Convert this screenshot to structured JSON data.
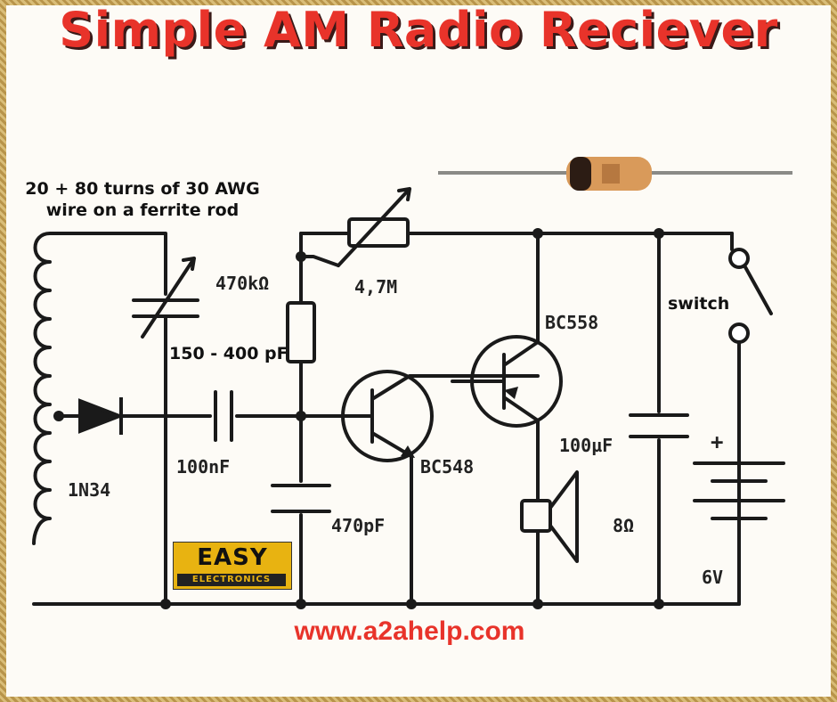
{
  "title": "Simple AM Radio Reciever",
  "coil_note": {
    "line1": "20 + 80 turns  of 30 AWG",
    "line2": "wire on a  ferrite rod"
  },
  "labels": {
    "diode": "1N34",
    "tuning_cap": "150 - 400 pF",
    "coupling_cap": "100nF",
    "resistor": "470kΩ",
    "pot": "4,7M",
    "cap_470": "470pF",
    "q1": "BC548",
    "q2": "BC558",
    "elec_cap": "100µF",
    "speaker": "8Ω",
    "switch": "switch",
    "battery": "6V",
    "battery_plus": "+"
  },
  "logo": {
    "top": "EASY",
    "bottom": "ELECTRONICS"
  },
  "footer_url": "www.a2ahelp.com",
  "colors": {
    "title": "#e8332a",
    "url": "#e8332a",
    "logo_bg": "#e8b311",
    "wire": "#1a1a1a"
  }
}
